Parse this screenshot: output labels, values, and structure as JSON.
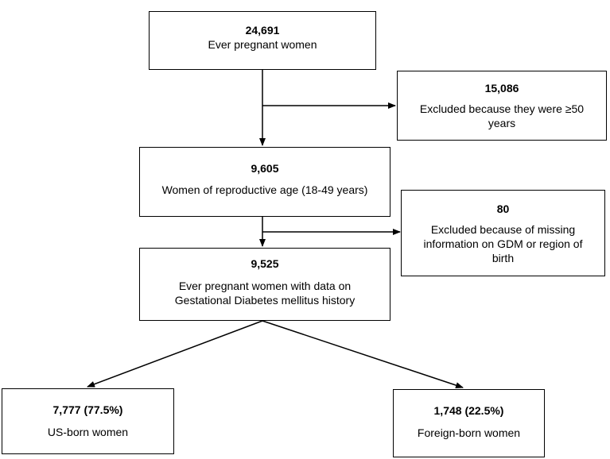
{
  "nodes": {
    "total": {
      "count": "24,691",
      "label": "Ever pregnant women"
    },
    "excluded_age": {
      "count": "15,086",
      "label": "Excluded because they were ≥50 years"
    },
    "reproductive": {
      "count": "9,605",
      "label": "Women of reproductive age (18-49 years)"
    },
    "excluded_missing": {
      "count": "80",
      "label": "Excluded because of missing information on GDM or region of birth"
    },
    "with_data": {
      "count": "9,525",
      "label": "Ever pregnant women with data on Gestational Diabetes mellitus history"
    },
    "us_born": {
      "count": "7,777 (77.5%)",
      "label": "US-born women"
    },
    "foreign_born": {
      "count": "1,748 (22.5%)",
      "label": "Foreign-born women"
    }
  }
}
